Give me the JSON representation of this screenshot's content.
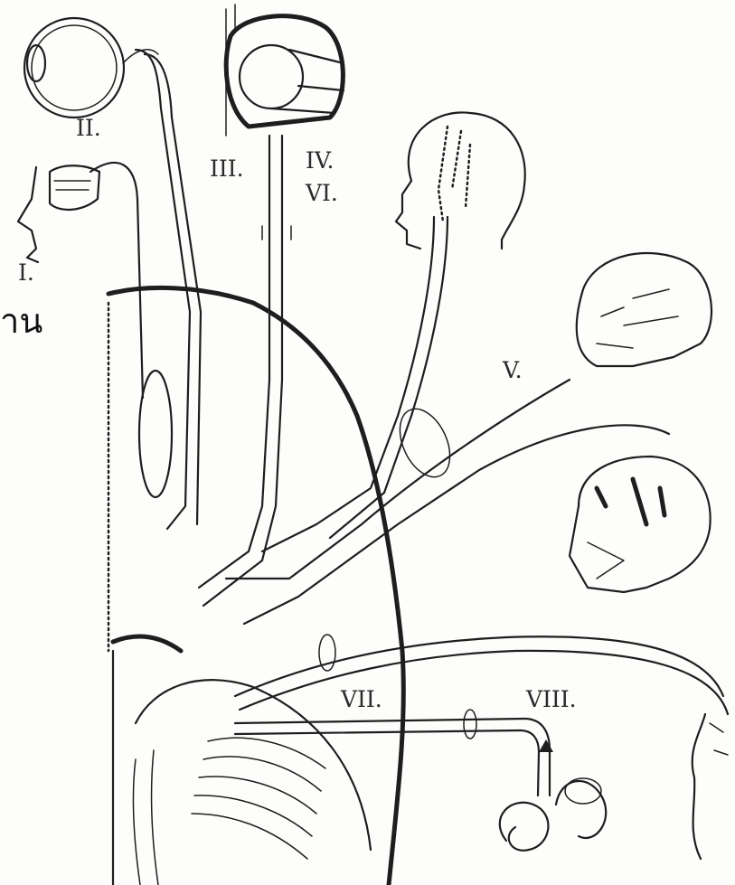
{
  "diagram": {
    "side_text": "าน",
    "labels": {
      "I": "I.",
      "II": "II.",
      "III": "III.",
      "IV": "IV.",
      "VI": "VI.",
      "V": "V.",
      "VII": "VII.",
      "VIII": "VIII."
    }
  }
}
